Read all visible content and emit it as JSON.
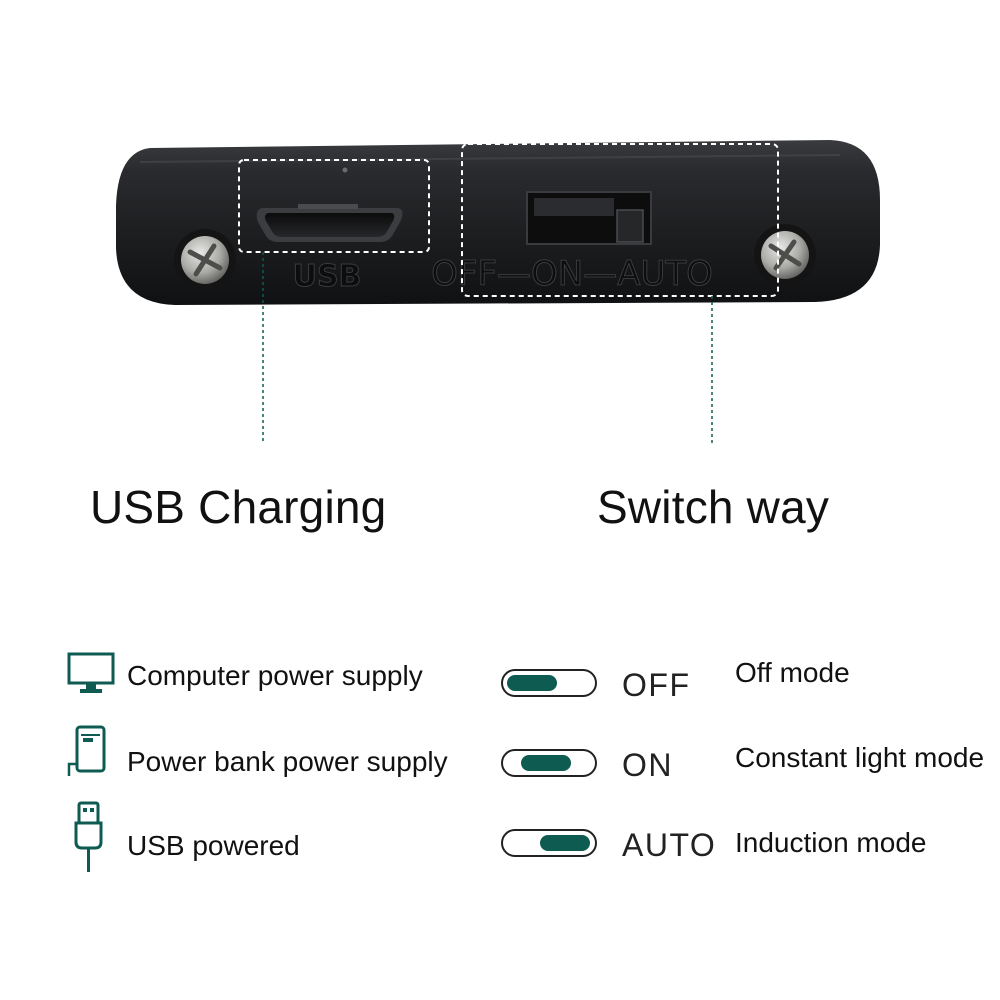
{
  "device": {
    "port_label": "USB",
    "switch_label": "OFF—ON—AUTO"
  },
  "headings": {
    "usb_charging": "USB Charging",
    "switch_way": "Switch way"
  },
  "power_sources": [
    {
      "icon": "monitor-icon",
      "label": "Computer power supply"
    },
    {
      "icon": "power-bank-icon",
      "label": "Power bank power supply"
    },
    {
      "icon": "usb-plug-icon",
      "label": "USB powered"
    }
  ],
  "modes": [
    {
      "code": "OFF",
      "description": "Off mode",
      "knob_position": "left"
    },
    {
      "code": "ON",
      "description": "Constant light mode",
      "knob_position": "center"
    },
    {
      "code": "AUTO",
      "description": "Induction mode",
      "knob_position": "right"
    }
  ],
  "colors": {
    "accent_teal": "#0e5b51",
    "device_body": "#1e1f21",
    "text": "#111111"
  }
}
